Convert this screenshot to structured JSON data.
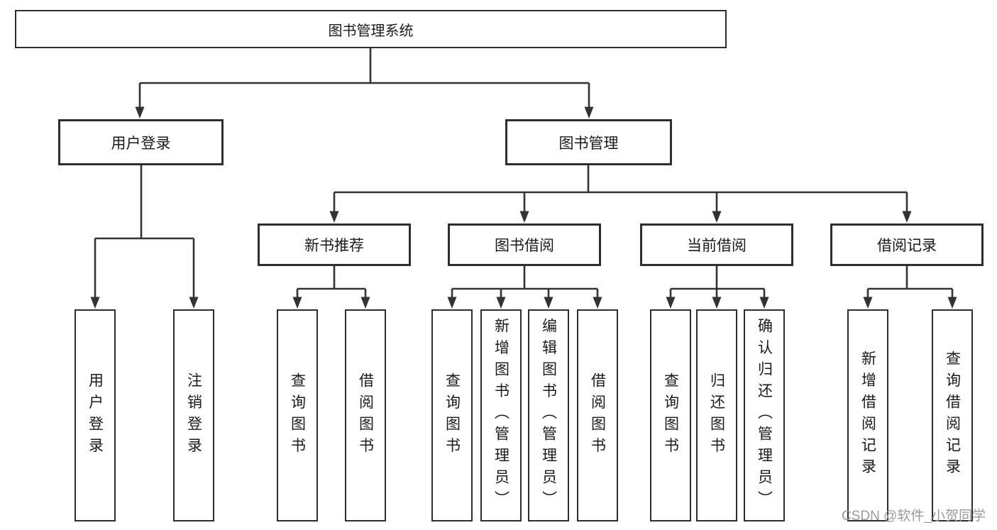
{
  "tree": {
    "root": "图书管理系统",
    "children": [
      {
        "label": "用户登录",
        "children": [
          {
            "label": "用户登录"
          },
          {
            "label": "注销登录"
          }
        ]
      },
      {
        "label": "图书管理",
        "children": [
          {
            "label": "新书推荐",
            "children": [
              {
                "label": "查询图书"
              },
              {
                "label": "借阅图书"
              }
            ]
          },
          {
            "label": "图书借阅",
            "children": [
              {
                "label": "查询图书"
              },
              {
                "label": "新增图书（管理员）"
              },
              {
                "label": "编辑图书（管理员）"
              },
              {
                "label": "借阅图书"
              }
            ]
          },
          {
            "label": "当前借阅",
            "children": [
              {
                "label": "查询图书"
              },
              {
                "label": "归还图书"
              },
              {
                "label": "确认归还（管理员）"
              }
            ]
          },
          {
            "label": "借阅记录",
            "children": [
              {
                "label": "新增借阅记录"
              },
              {
                "label": "查询借阅记录"
              }
            ]
          }
        ]
      }
    ]
  },
  "watermark": "CSDN @软件_小贺同学",
  "colors": {
    "line": "#333333",
    "box_border": "#2e2e2e",
    "text": "#1a1a1a",
    "watermark": "#9a9a9a",
    "background": "#ffffff"
  }
}
